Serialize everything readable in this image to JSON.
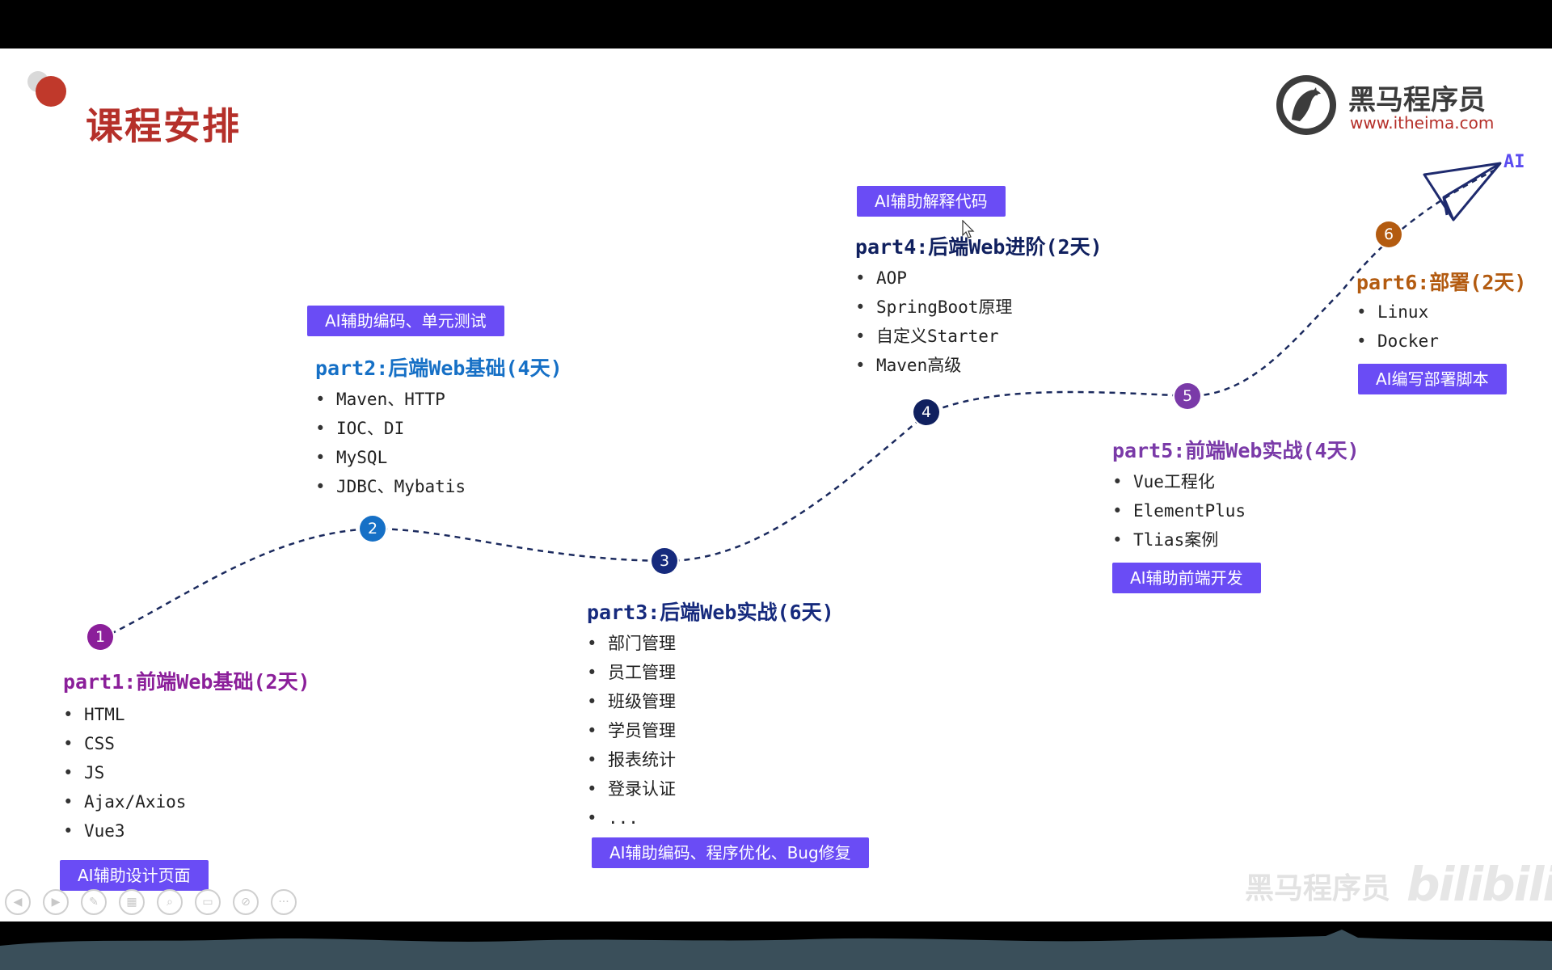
{
  "slide": {
    "title": "课程安排"
  },
  "logo": {
    "name": "黑马程序员",
    "url": "www.itheima.com"
  },
  "ai_label": "AI",
  "colors": {
    "part1": "#8b1f9a",
    "part2": "#1670c6",
    "part3": "#162a7d",
    "part4": "#10205f",
    "part5": "#7a3aa8",
    "part6": "#b35b10",
    "tag_bg": "#6a4cf5"
  },
  "parts": [
    {
      "number": "1",
      "title": "part1:前端Web基础(2天)",
      "items": [
        "HTML",
        "CSS",
        "JS",
        "Ajax/Axios",
        "Vue3"
      ],
      "tag": "AI辅助设计页面"
    },
    {
      "number": "2",
      "title": "part2:后端Web基础(4天)",
      "items": [
        "Maven、HTTP",
        "IOC、DI",
        "MySQL",
        "JDBC、Mybatis"
      ],
      "tag": "AI辅助编码、单元测试"
    },
    {
      "number": "3",
      "title": "part3:后端Web实战(6天)",
      "items": [
        "部门管理",
        "员工管理",
        "班级管理",
        "学员管理",
        "报表统计",
        "登录认证",
        "..."
      ],
      "tag": "AI辅助编码、程序优化、Bug修复"
    },
    {
      "number": "4",
      "title": "part4:后端Web进阶(2天)",
      "items": [
        "AOP",
        "SpringBoot原理",
        "自定义Starter",
        "Maven高级"
      ],
      "tag": "AI辅助解释代码"
    },
    {
      "number": "5",
      "title": "part5:前端Web实战(4天)",
      "items": [
        "Vue工程化",
        "ElementPlus",
        "Tlias案例"
      ],
      "tag": "AI辅助前端开发"
    },
    {
      "number": "6",
      "title": "part6:部署(2天)",
      "items": [
        "Linux",
        "Docker"
      ],
      "tag": "AI编写部署脚本"
    }
  ],
  "watermark": {
    "brand": "黑马程序员",
    "site": "bilibili"
  },
  "toolbar": {
    "icons": [
      "previous-icon",
      "next-icon",
      "pen-icon",
      "slides-icon",
      "zoom-icon",
      "subtitle-icon",
      "camera-off-icon",
      "more-icon"
    ]
  }
}
